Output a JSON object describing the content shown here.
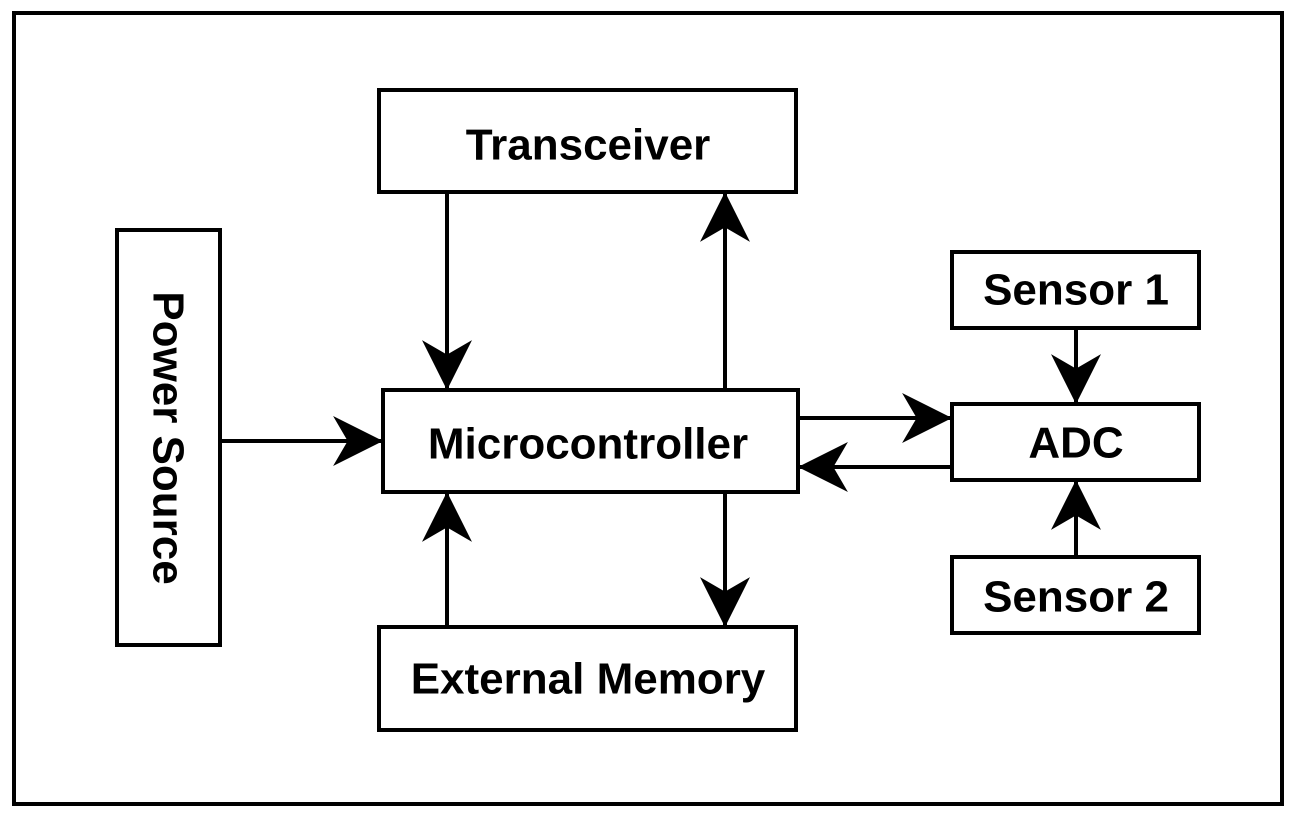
{
  "diagram": {
    "blocks": {
      "transceiver": "Transceiver",
      "power_source": "Power Source",
      "microcontroller": "Microcontroller",
      "external_memory": "External Memory",
      "sensor1": "Sensor 1",
      "adc": "ADC",
      "sensor2": "Sensor 2"
    }
  },
  "colors": {
    "line": "#000000",
    "background": "#ffffff"
  }
}
